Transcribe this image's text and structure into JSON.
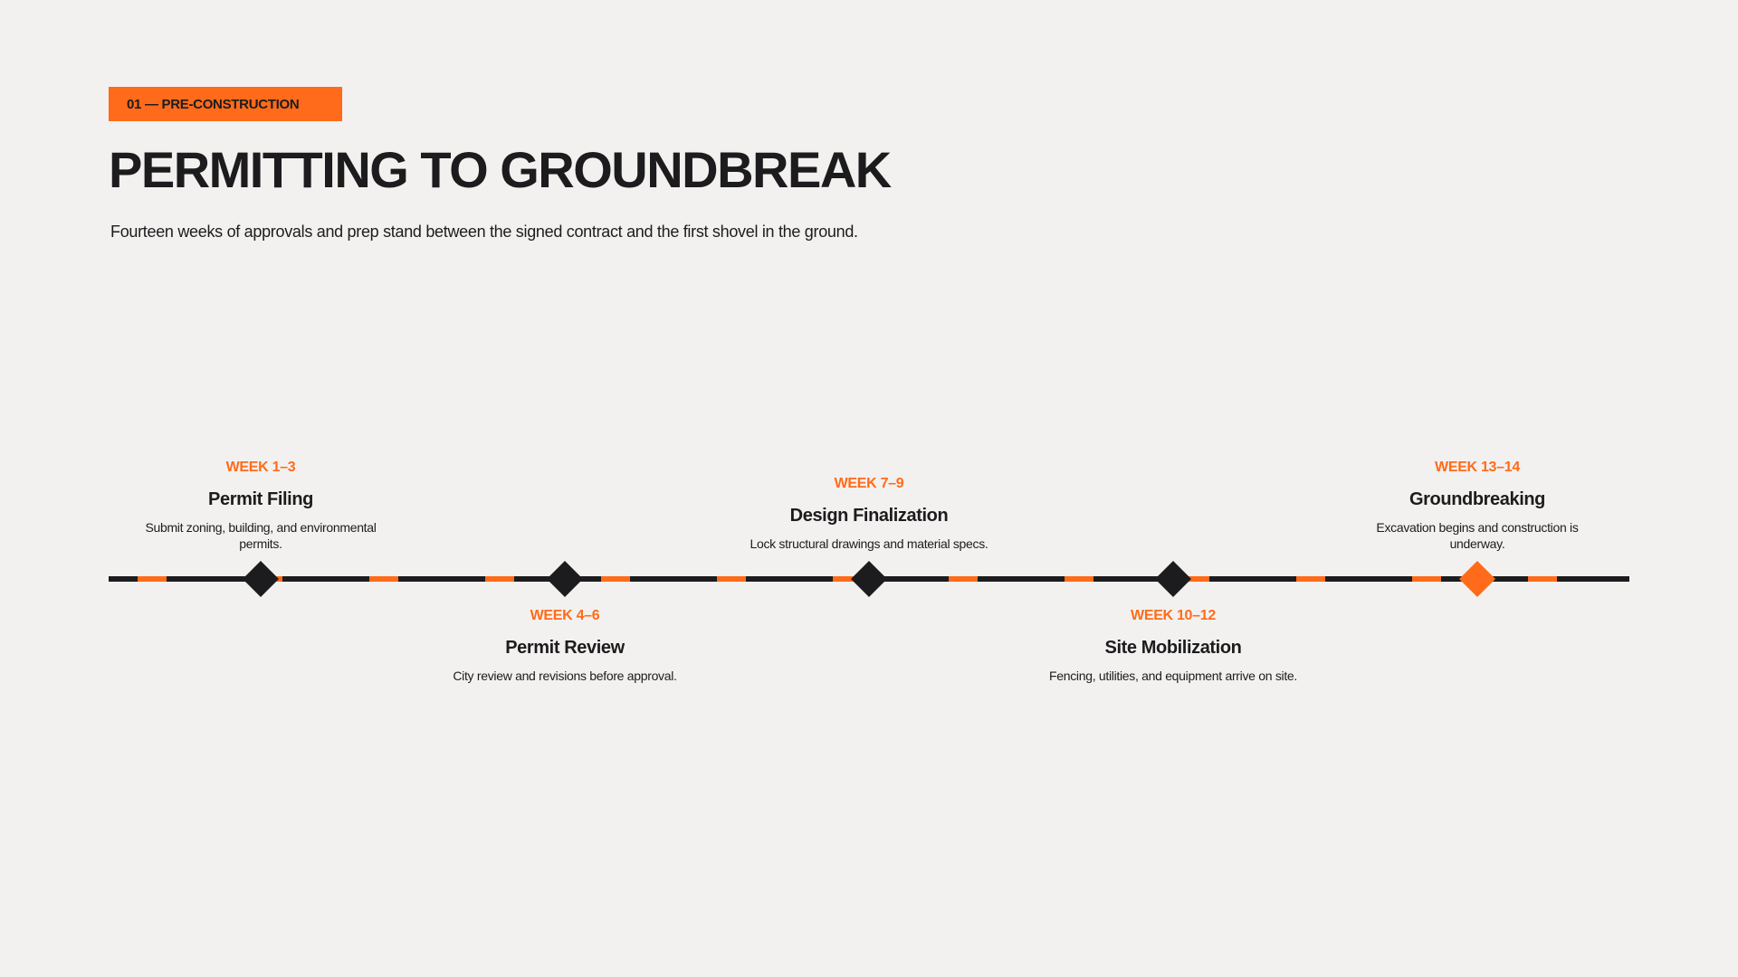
{
  "header": {
    "section_tag": "01 — PRE-CONSTRUCTION",
    "title": "PERMITTING TO GROUNDBREAK",
    "subtitle": "Fourteen weeks of approvals and prep stand between the signed contract and the first shovel in the ground."
  },
  "colors": {
    "accent": "#ff6b1a",
    "ink": "#1c1c1e",
    "background": "#f2f1ef"
  },
  "timeline": {
    "milestones": [
      {
        "week": "WEEK 1–3",
        "title": "Permit Filing",
        "description": "Submit zoning, building, and environmental permits.",
        "label_position": "above",
        "highlighted": false
      },
      {
        "week": "WEEK 4–6",
        "title": "Permit Review",
        "description": "City review and revisions before approval.",
        "label_position": "below",
        "highlighted": false
      },
      {
        "week": "WEEK 7–9",
        "title": "Design Finalization",
        "description": "Lock structural drawings and material specs.",
        "label_position": "above",
        "highlighted": false
      },
      {
        "week": "WEEK 10–12",
        "title": "Site Mobilization",
        "description": "Fencing, utilities, and equipment arrive on site.",
        "label_position": "below",
        "highlighted": false
      },
      {
        "week": "WEEK 13–14",
        "title": "Groundbreaking",
        "description": "Excavation begins and construction is underway.",
        "label_position": "above",
        "highlighted": true
      }
    ]
  }
}
